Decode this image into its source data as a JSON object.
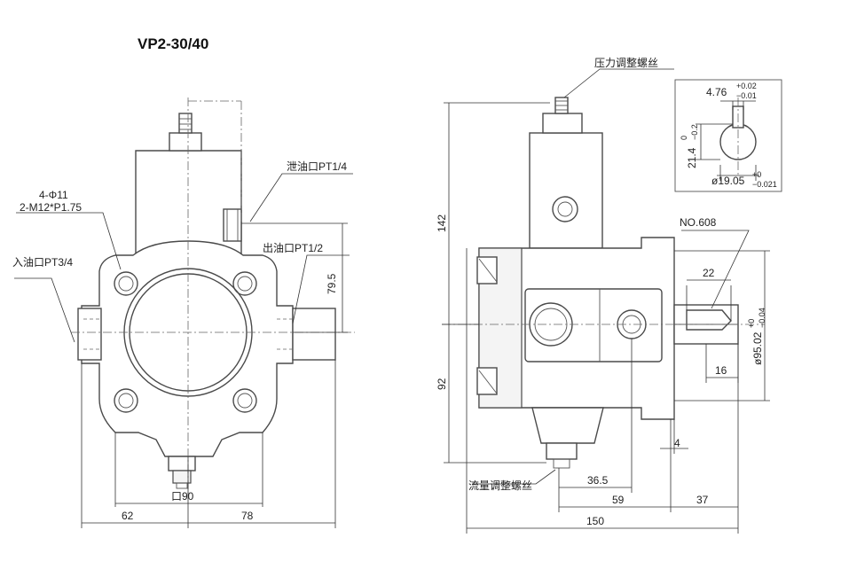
{
  "title": "VP2-30/40",
  "labels": {
    "drain_port": "泄油口PT1/4",
    "outlet_port": "出油口PT1/2",
    "inlet_port": "入油口PT3/4",
    "bolt_holes_1": "4-Φ11",
    "bolt_holes_2": "2-M12*P1.75",
    "pressure_screw": "压力调整螺丝",
    "flow_screw": "流量调整螺丝",
    "key_no": "NO.608",
    "square": "口90"
  },
  "dims": {
    "d62": "62",
    "d78": "78",
    "d79_5": "79.5",
    "d142": "142",
    "d92": "92",
    "d150": "150",
    "d59": "59",
    "d37": "37",
    "d36_5": "36.5",
    "d4": "4",
    "d22": "22",
    "d16": "16",
    "d4_76": "4.76",
    "d4_76_up": "+0.02",
    "d4_76_lo": "−0.01",
    "d21_4": "21.4",
    "d21_4_up": "0",
    "d21_4_lo": "−0.2",
    "d19_05": "ø19.05",
    "d19_05_up": "+0",
    "d19_05_lo": "−0.021",
    "d95_02": "ø95.02",
    "d95_02_up": "+0",
    "d95_02_lo": "−0.04"
  }
}
